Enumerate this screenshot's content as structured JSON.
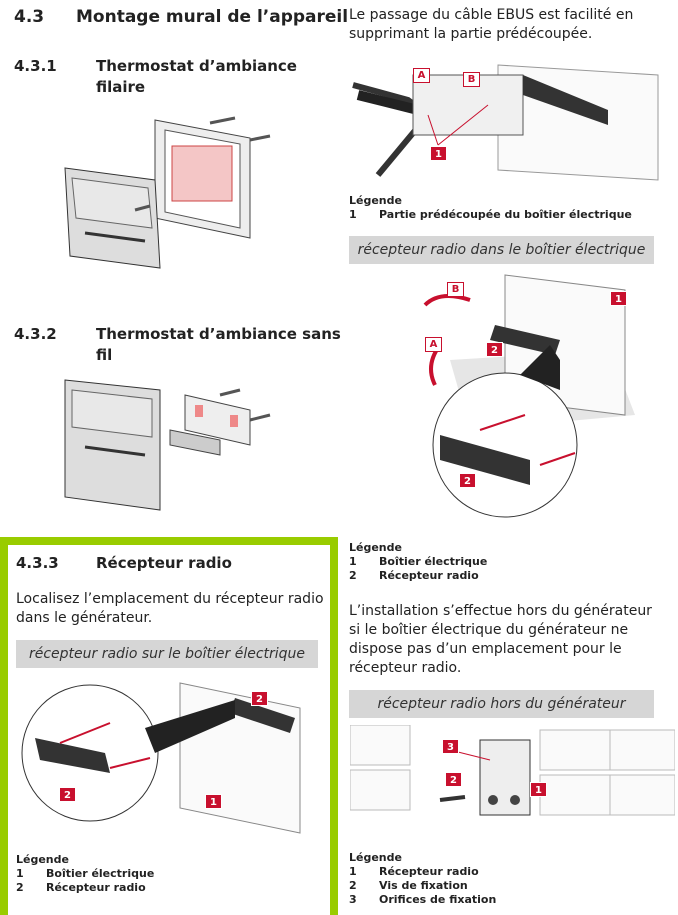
{
  "section": {
    "number": "4.3",
    "title": "Montage mural de l’appareil"
  },
  "s431": {
    "number": "4.3.1",
    "title_l1": "Thermostat d’ambiance",
    "title_l2": "filaire"
  },
  "s432": {
    "number": "4.3.2",
    "title_l1": "Thermostat d’ambiance sans",
    "title_l2": "fil"
  },
  "s433": {
    "number": "4.3.3",
    "title": "Récepteur radio",
    "text_l1": "Localisez l’emplacement du récepteur radio",
    "text_l2": "dans le générateur.",
    "bar": "récepteur radio sur le boîtier électrique",
    "legend_title": "Légende",
    "legend": [
      {
        "n": "1",
        "t": "Boîtier électrique"
      },
      {
        "n": "2",
        "t": "Récepteur radio"
      }
    ],
    "badges": [
      "2",
      "2",
      "1"
    ]
  },
  "right": {
    "intro_l1": "Le passage du câble EBUS est facilité en",
    "intro_l2": "supprimant la partie prédécoupée.",
    "fig1_badges": [
      "A",
      "B",
      "1"
    ],
    "legend1_title": "Légende",
    "legend1": [
      {
        "n": "1",
        "t": "Partie prédécoupée du boîtier électrique"
      }
    ],
    "bar1": "récepteur radio dans le boîtier électrique",
    "fig2_badges": [
      "B",
      "1",
      "A",
      "2",
      "2"
    ],
    "legend2_title": "Légende",
    "legend2": [
      {
        "n": "1",
        "t": "Boîtier électrique"
      },
      {
        "n": "2",
        "t": "Récepteur radio"
      }
    ],
    "text_l1": "L’installation s’effectue hors du générateur",
    "text_l2": "si le boîtier électrique du générateur ne",
    "text_l3": "dispose pas d’un emplacement pour le",
    "text_l4": "récepteur radio.",
    "bar2": "récepteur radio hors du générateur",
    "fig3_badges": [
      "3",
      "2",
      "1"
    ],
    "legend3_title": "Légende",
    "legend3": [
      {
        "n": "1",
        "t": "Récepteur radio"
      },
      {
        "n": "2",
        "t": "Vis de fixation"
      },
      {
        "n": "3",
        "t": "Orifices de fixation"
      }
    ]
  }
}
